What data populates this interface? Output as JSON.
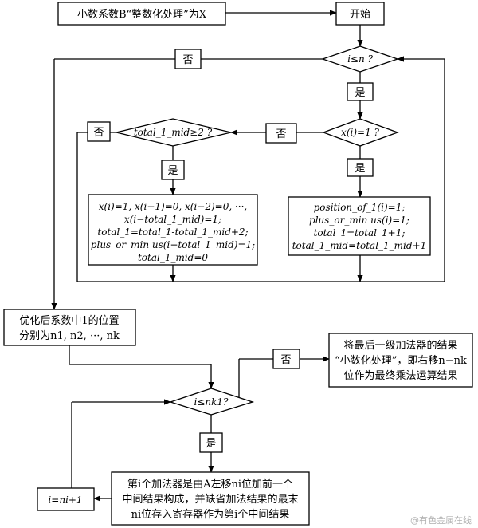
{
  "diagram": {
    "header_label": "小数系数B“整数化处理”为X",
    "start": "开始",
    "cond_loop": "i≤n ?",
    "cond_bit": "x(i)=1 ?",
    "cond_mid": "total_1_mid≥2 ?",
    "yes": "是",
    "no": "否",
    "left_proc": [
      "x(i)=1, x(i−1)=0, x(i−2)=0, ···,",
      "x(i−total_1_mid)=1;",
      "total_1=total_1-total_1_mid+2;",
      "plus_or_min us(i−total_1_mid)=1;",
      "total_1_mid=0"
    ],
    "right_proc": [
      "position_of_1(i)=1;",
      "plus_or_min us(i)=1;",
      "total_1=total_1+1;",
      "total_1_mid=total_1_mid+1"
    ],
    "positions": [
      "优化后系数中1的位置",
      "分别为n1, n2, ···, nk"
    ],
    "cond_k": "i≤nk1?",
    "final_result": [
      "将最后一级加法器的结果",
      "“小数化处理”，即右移n−nk",
      "位作为最终乘法运算结果"
    ],
    "adder": [
      "第i个加法器是由A左移ni位加前一个",
      "中间结果构成，并缺省加法结果的最末",
      "ni位存入寄存器作为第i个中间结果"
    ],
    "increment": "i=ni+1",
    "watermark": "@有色金属在线"
  }
}
